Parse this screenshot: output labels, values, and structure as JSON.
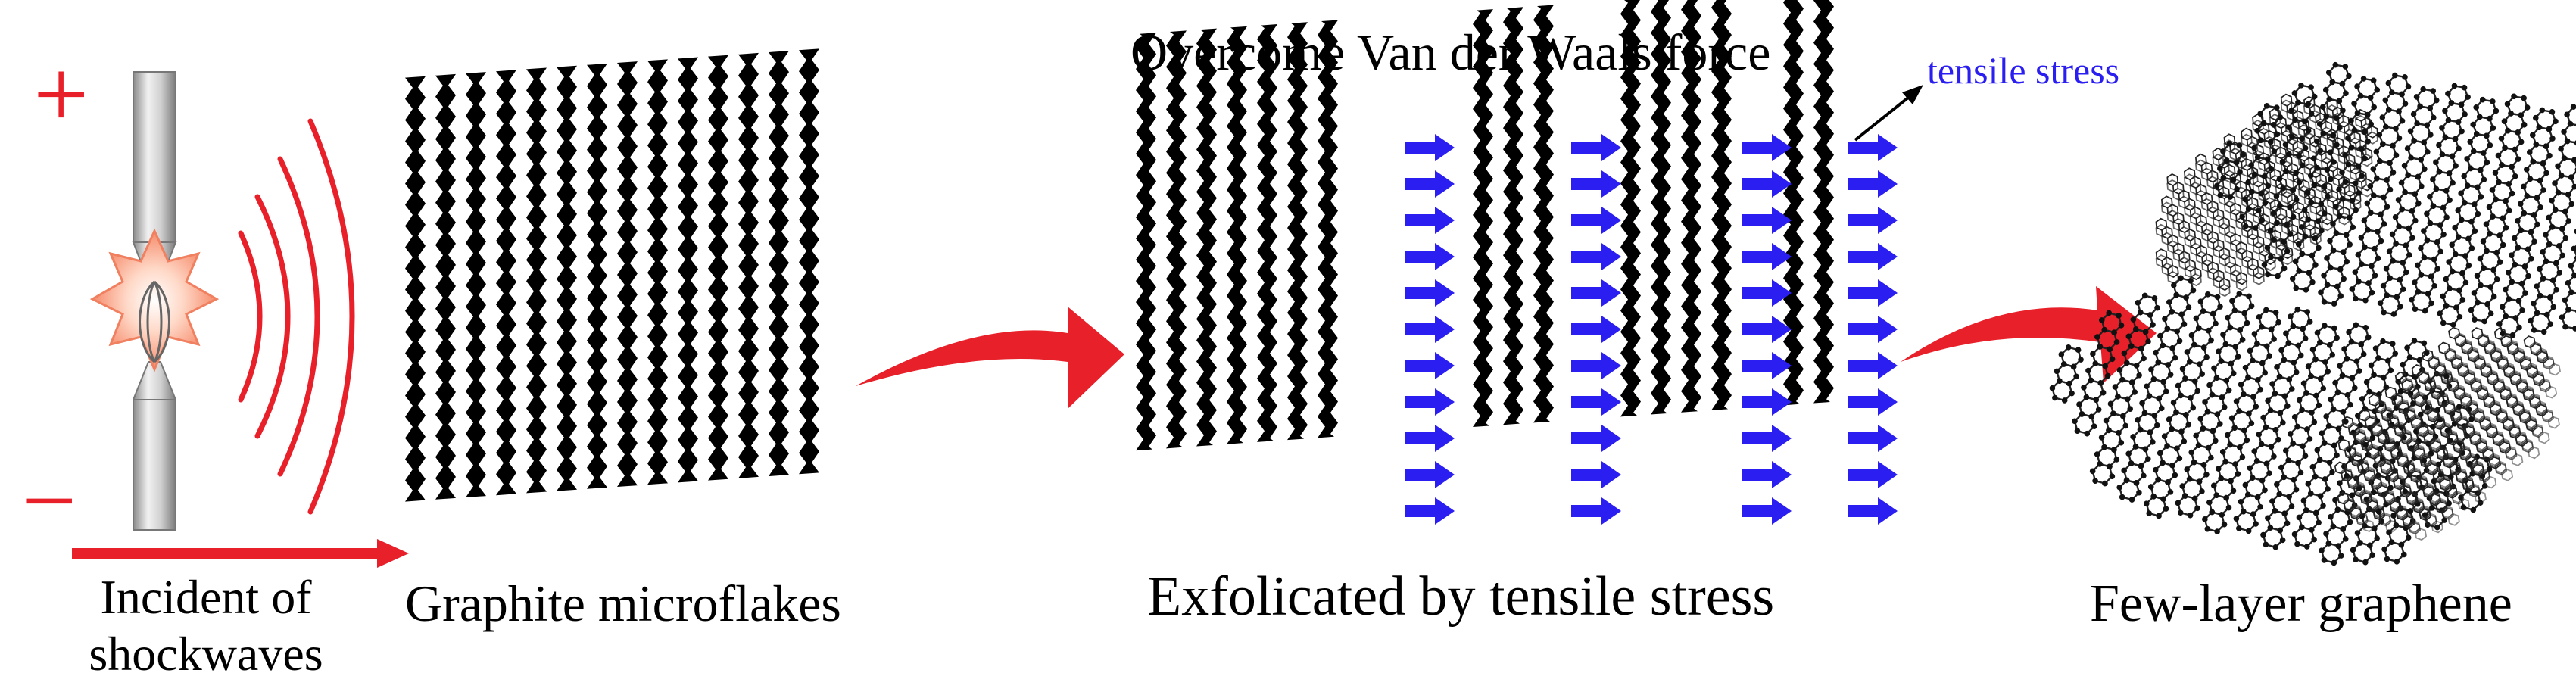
{
  "labels": {
    "plus": "+",
    "minus": "−",
    "incident_line1": "Incident of",
    "incident_line2": "shockwaves",
    "graphite": "Graphite microflakes",
    "overcome": "Overcome Van der Waals force",
    "tensile": "tensile stress",
    "exfoliated": "Exfolicated by tensile stress",
    "graphene": "Few-layer graphene"
  },
  "colors": {
    "red": "#e8202a",
    "blue": "#2a1ef0",
    "black": "#000000",
    "electrode": "#b8b8b8"
  },
  "icons": [
    "spark-burst-icon",
    "shockwave-arc-icon",
    "graphene-lattice-icon"
  ]
}
